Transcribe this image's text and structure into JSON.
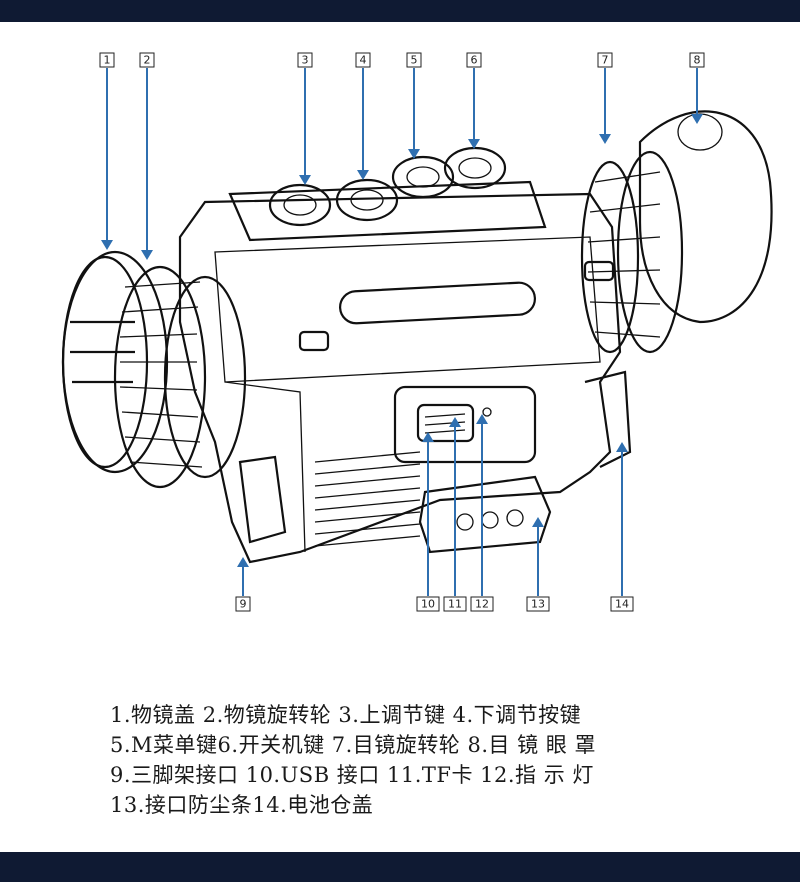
{
  "colors": {
    "band": "#0f1a33",
    "leader": "#2f6fb0",
    "outline": "#111111"
  },
  "callouts": [
    "1",
    "2",
    "3",
    "4",
    "5",
    "6",
    "7",
    "8",
    "9",
    "10",
    "11",
    "12",
    "13",
    "14"
  ],
  "legend_lines": [
    "1.物镜盖 2.物镜旋转轮  3.上调节键 4.下调节按键",
    "5.M菜单键6.开关机键 7.目镜旋转轮 8.目 镜 眼 罩",
    "9.三脚架接口 10.USB 接口 11.TF卡 12.指   示  灯",
    "13.接口防尘条14.电池仓盖"
  ]
}
